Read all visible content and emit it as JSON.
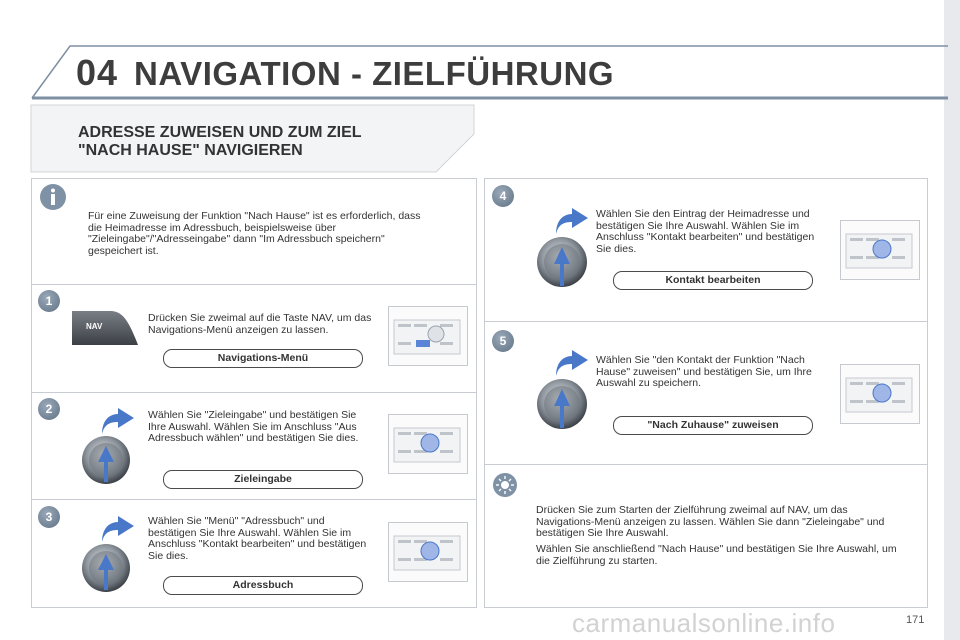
{
  "header": {
    "chapter_number": "04",
    "chapter_title": "NAVIGATION - ZIELFÜHRUNG"
  },
  "section": {
    "title": "ADRESSE ZUWEISEN UND ZUM ZIEL\n\"NACH HAUSE\" NAVIGIEREN"
  },
  "info": {
    "text": "Für eine Zuweisung der Funktion \"Nach Hause\" ist es erforderlich, dass die Heimadresse im Adressbuch, beispielsweise über \"Zieleingabe\"/\"Adresseingabe\" dann \"Im Adressbuch speichern\" gespeichert ist."
  },
  "steps": [
    {
      "number": "1",
      "text": "Drücken Sie zweimal auf die Taste NAV, um das Navigations-Menü anzeigen zu lassen.",
      "button": "Navigations-Menü",
      "nav_key": "NAV"
    },
    {
      "number": "2",
      "text": "Wählen Sie \"Zieleingabe\" und bestätigen Sie Ihre Auswahl. Wählen Sie im Anschluss \"Aus Adressbuch wählen\" und bestätigen Sie dies.",
      "button": "Zieleingabe"
    },
    {
      "number": "3",
      "text": "Wählen Sie \"Menü\" \"Adressbuch\" und bestätigen Sie Ihre Auswahl. Wählen Sie im Anschluss \"Kontakt bearbeiten\" und bestätigen Sie dies.",
      "button": "Adressbuch"
    },
    {
      "number": "4",
      "text": "Wählen Sie den Eintrag der Heimadresse und bestätigen Sie Ihre Auswahl. Wählen Sie im Anschluss \"Kontakt bearbeiten\" und bestätigen Sie dies.",
      "button": "Kontakt bearbeiten"
    },
    {
      "number": "5",
      "text": "Wählen Sie \"den Kontakt der Funktion \"Nach Hause\" zuweisen\" und bestätigen Sie, um Ihre Auswahl zu speichern.",
      "button": "\"Nach Zuhause\" zuweisen"
    }
  ],
  "tip": {
    "para1": "Drücken Sie zum Starten der Zielführung zweimal auf NAV, um das Navigations-Menü anzeigen zu lassen. Wählen Sie dann \"Zieleingabe\" und bestätigen Sie Ihre Auswahl.",
    "para2": "Wählen Sie anschließend \"Nach Hause\" und bestätigen Sie Ihre Auswahl, um die Zielführung zu starten."
  },
  "footer": {
    "page_number": "171",
    "watermark": "carmanualsonline.info"
  },
  "colors": {
    "accent_blue": "#4a78c8",
    "badge_grey": "#7b8c9e",
    "border_grey": "#c9cdd3"
  }
}
